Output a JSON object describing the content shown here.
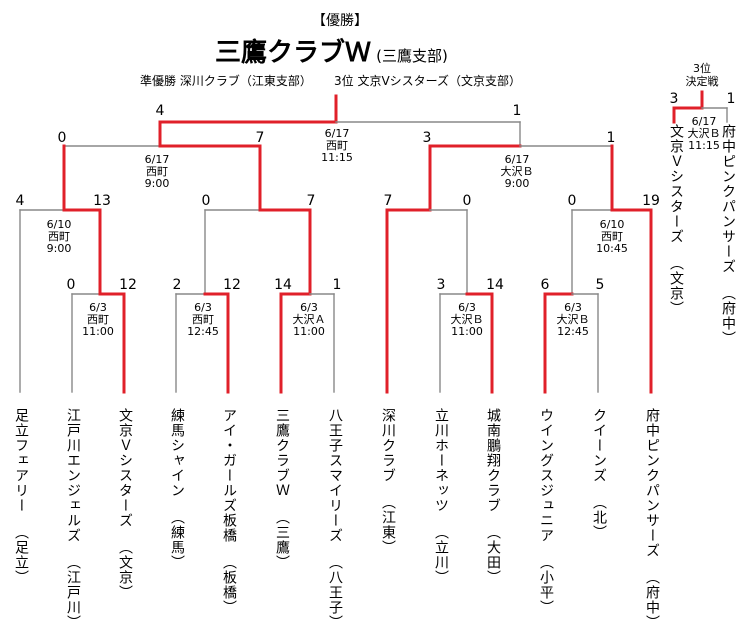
{
  "header": {
    "label": "【優勝】",
    "champion": "三鷹クラブＷ",
    "champion_division": "(三鷹支部)",
    "runner_up": "準優勝 深川クラブ（江東支部）",
    "third": "3位 文京Vシスターズ（文京支部）"
  },
  "third_place_bracket": {
    "title_line1": "3位",
    "title_line2": "決定戦",
    "score_left": "3",
    "score_right": "1",
    "info": [
      "6/17",
      "大沢Ｂ",
      "11:15"
    ],
    "team_left": {
      "name": "文京Ｖシスターズ",
      "division": "（文京）"
    },
    "team_right": {
      "name": "府中ピンクパンサーズ",
      "division": "（府中）"
    }
  },
  "teams": [
    {
      "name": "足立フェアリー",
      "division": "（足立）"
    },
    {
      "name": "江戸川エンジェルズ",
      "division": "（江戸川）"
    },
    {
      "name": "文京Ｖシスターズ",
      "division": "（文京）"
    },
    {
      "name": "練馬シャイン",
      "division": "（練馬）"
    },
    {
      "name": "アイ・ガールズ板橋",
      "division": "（板橋）"
    },
    {
      "name": "三鷹クラブＷ",
      "division": "（三鷹）"
    },
    {
      "name": "八王子スマイリーズ",
      "division": "（八王子）"
    },
    {
      "name": "深川クラブ",
      "division": "（江東）"
    },
    {
      "name": "立川ホーネッツ",
      "division": "（立川）"
    },
    {
      "name": "城南鵬翔クラブ",
      "division": "（大田）"
    },
    {
      "name": "ウイングスジュニア",
      "division": "（小平）"
    },
    {
      "name": "クイーンズ",
      "division": "（北）"
    },
    {
      "name": "府中ピンクパンサーズ",
      "division": "（府中）"
    }
  ],
  "matches": {
    "r1_1": {
      "score_left": "0",
      "score_right": "12",
      "info": [
        "6/3",
        "西町",
        "11:00"
      ]
    },
    "r1_2": {
      "score_left": "2",
      "score_right": "12",
      "info": [
        "6/3",
        "西町",
        "12:45"
      ]
    },
    "r1_3": {
      "score_left": "14",
      "score_right": "1",
      "info": [
        "6/3",
        "大沢Ａ",
        "11:00"
      ]
    },
    "r1_4": {
      "score_left": "3",
      "score_right": "14",
      "info": [
        "6/3",
        "大沢Ｂ",
        "11:00"
      ]
    },
    "r1_5": {
      "score_left": "6",
      "score_right": "5",
      "info": [
        "6/3",
        "大沢Ｂ",
        "12:45"
      ]
    },
    "r2_1": {
      "score_left": "4",
      "score_right": "13",
      "info": [
        "6/10",
        "西町",
        "9:00"
      ]
    },
    "r2_2": {
      "score_left": "0",
      "score_right": "7",
      "info": []
    },
    "r2_3": {
      "score_left": "7",
      "score_right": "0",
      "info": []
    },
    "r2_4": {
      "score_left": "0",
      "score_right": "19",
      "info": [
        "6/10",
        "西町",
        "10:45"
      ]
    },
    "sf_1": {
      "score_left": "0",
      "score_right": "7",
      "info": [
        "6/17",
        "西町",
        "9:00"
      ]
    },
    "sf_2": {
      "score_left": "3",
      "score_right": "1",
      "info": [
        "6/17",
        "大沢Ｂ",
        "9:00"
      ]
    },
    "final": {
      "score_left": "4",
      "score_right": "1",
      "info": [
        "6/17",
        "西町",
        "11:15"
      ]
    }
  },
  "colors": {
    "win": "#e0202a",
    "lose": "#888888"
  }
}
